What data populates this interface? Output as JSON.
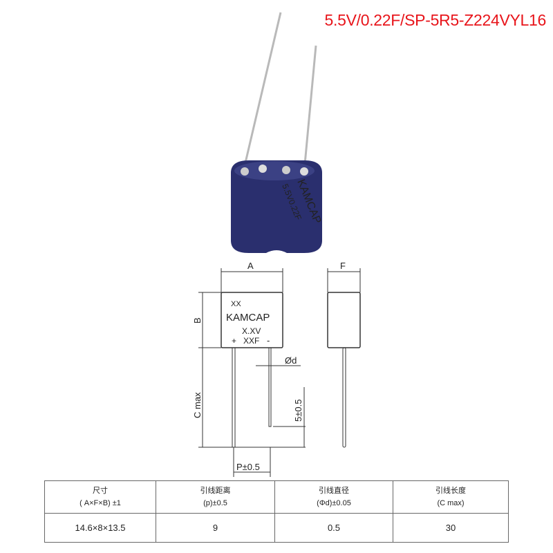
{
  "title": "5.5V/0.22F/SP-5R5-Z224VYL16",
  "photo": {
    "brand": "KAMCAP",
    "marking": "5.5V0.22F",
    "body_color": "#2a2f6e"
  },
  "diagram": {
    "dim_a": "A",
    "dim_b": "B",
    "dim_f": "F",
    "dim_c": "C max",
    "lead_diameter": "Ød",
    "lead_tip": "5±0.5",
    "pitch": "P±0.5",
    "label_xx": "XX",
    "label_brand": "KAMCAP",
    "label_voltage": "X.XV",
    "label_cap": "XXF",
    "plus": "+",
    "minus": "-"
  },
  "table": {
    "headers": [
      {
        "cn": "尺寸",
        "en": "( A×F×B) ±1"
      },
      {
        "cn": "引线距离",
        "en": "(p)±0.5"
      },
      {
        "cn": "引线直径",
        "en": "(Φd)±0.05"
      },
      {
        "cn": "引线长度",
        "en": "(C max)"
      }
    ],
    "values": [
      "14.6×8×13.5",
      "9",
      "0.5",
      "30"
    ]
  }
}
